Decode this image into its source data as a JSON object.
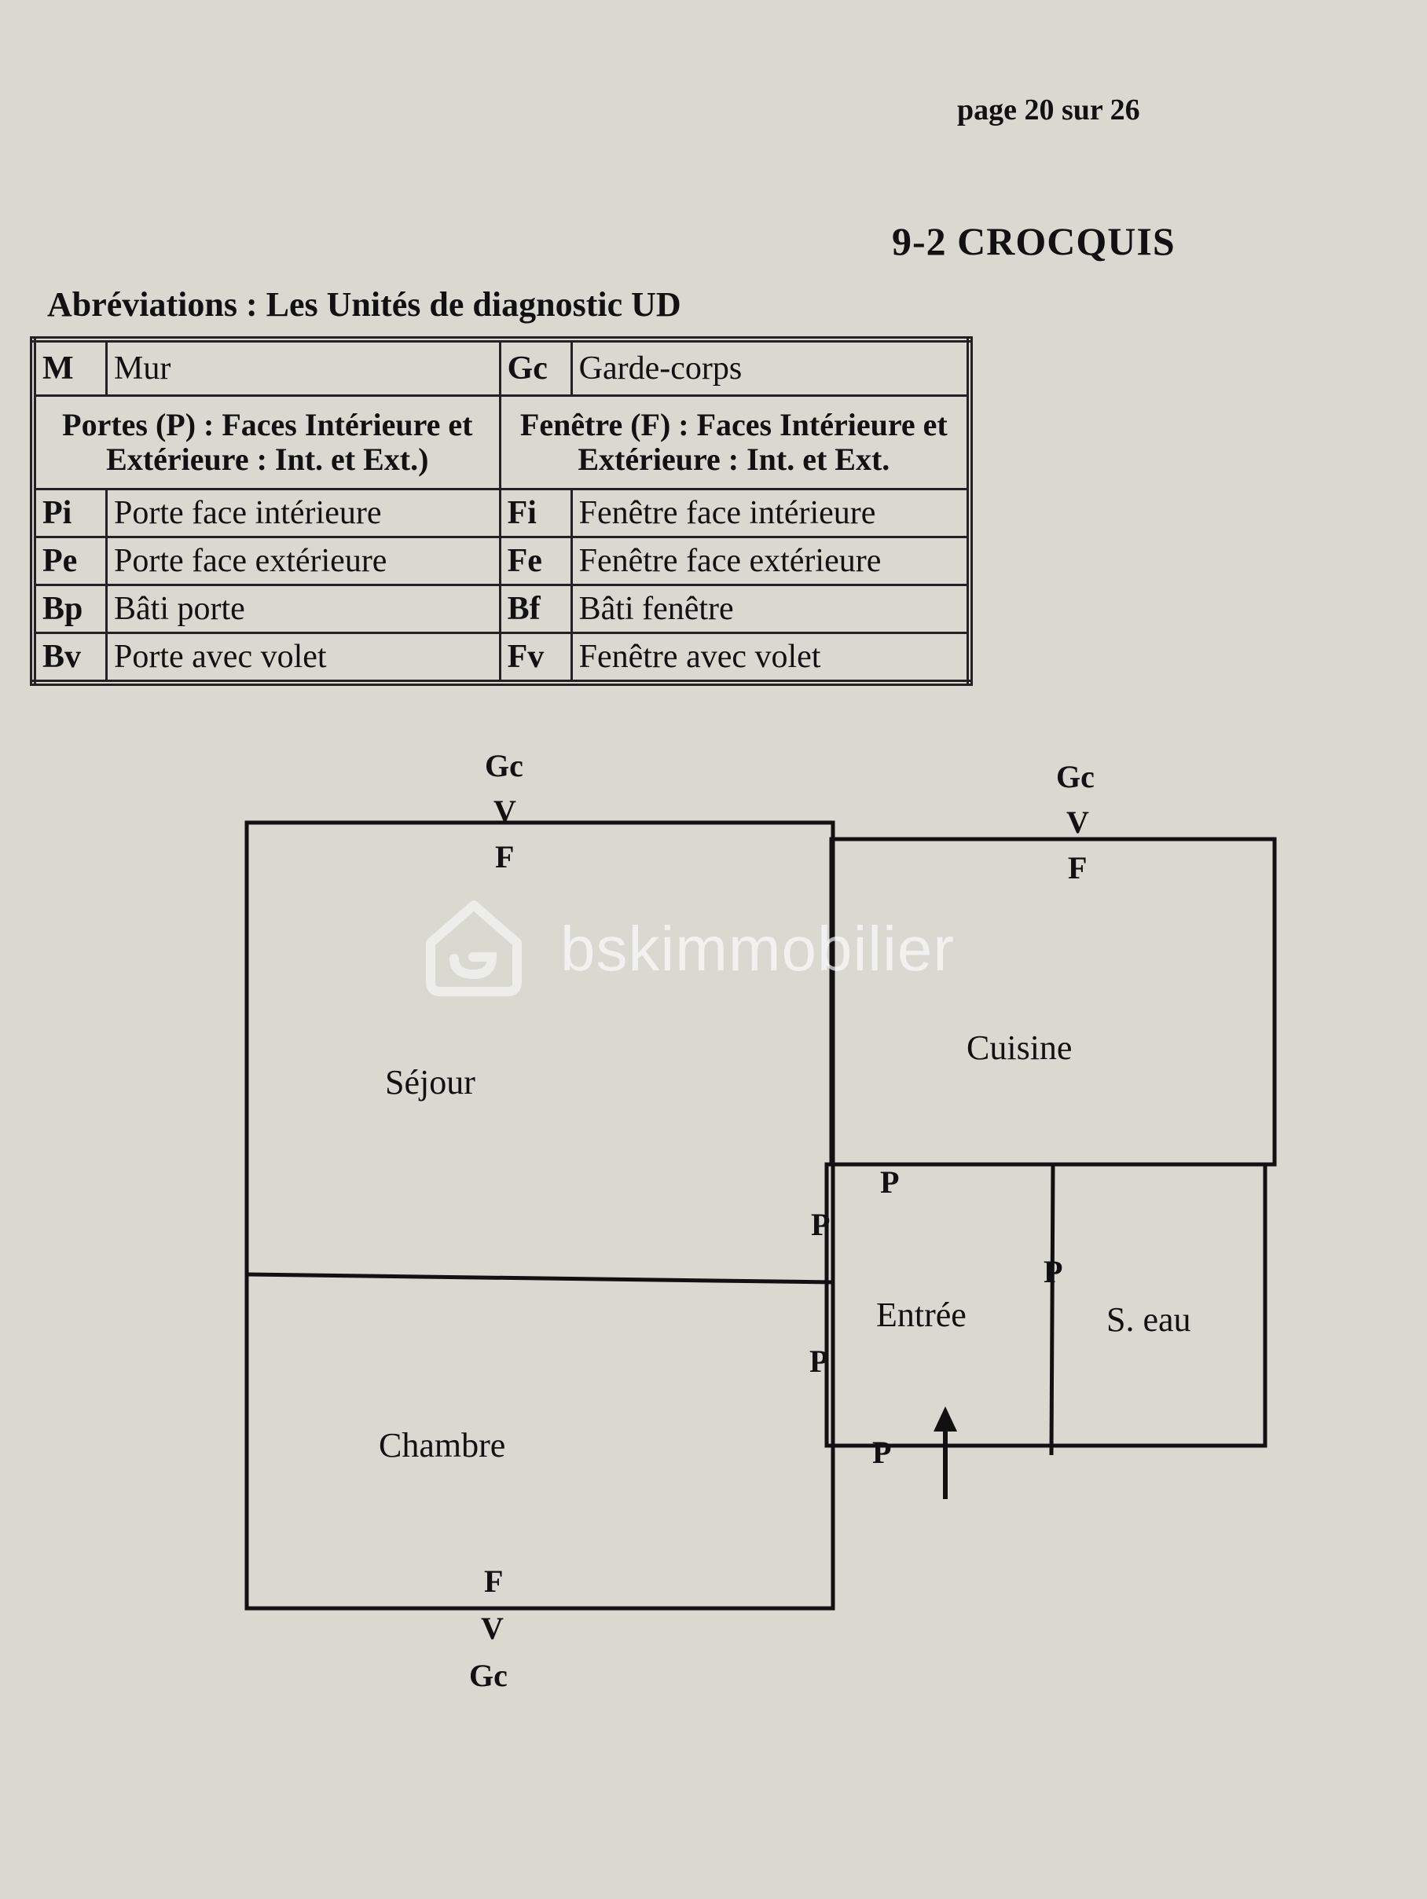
{
  "page": {
    "number_text": "page 20 sur 26",
    "section_title": "9-2 CROCQUIS"
  },
  "abbreviations": {
    "caption": "Abréviations : Les Unités de diagnostic UD",
    "wall": {
      "code": "M",
      "label": "Mur"
    },
    "guard": {
      "code": "Gc",
      "label": "Garde-corps"
    },
    "doors_heading": "Portes (P) : Faces Intérieure et Extérieure : Int. et Ext.)",
    "windows_heading": "Fenêtre (F) : Faces Intérieure et Extérieure : Int. et Ext.",
    "rows": [
      {
        "door_code": "Pi",
        "door_label": "Porte face intérieure",
        "window_code": "Fi",
        "window_label": "Fenêtre face intérieure"
      },
      {
        "door_code": "Pe",
        "door_label": "Porte face extérieure",
        "window_code": "Fe",
        "window_label": "Fenêtre face extérieure"
      },
      {
        "door_code": "Bp",
        "door_label": "Bâti porte",
        "window_code": "Bf",
        "window_label": "Bâti fenêtre"
      },
      {
        "door_code": "Bv",
        "door_label": "Porte avec volet",
        "window_code": "Fv",
        "window_label": "Fenêtre avec volet"
      }
    ]
  },
  "plan": {
    "rooms": {
      "sejour": "Séjour",
      "chambre": "Chambre",
      "cuisine": "Cuisine",
      "entree": "Entrée",
      "seau": "S. eau"
    },
    "marks": {
      "gc": "Gc",
      "v": "V",
      "f": "F",
      "p": "P"
    }
  },
  "watermark": {
    "text": "bskimmobilier"
  }
}
